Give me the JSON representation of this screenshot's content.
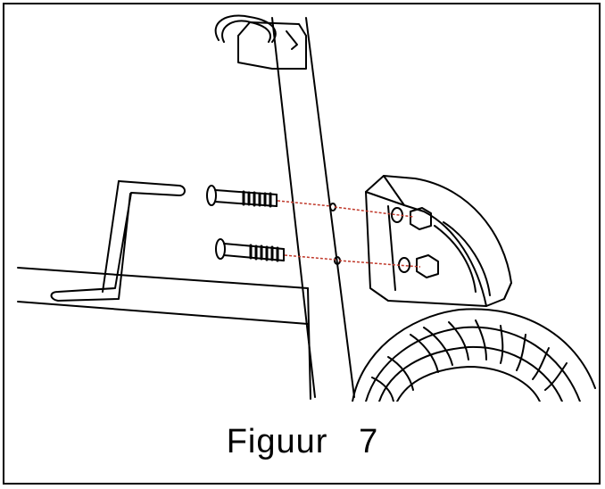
{
  "figure": {
    "caption_label": "Figuur",
    "caption_number": "7"
  },
  "colors": {
    "line": "#000000",
    "guide": "#c0392b"
  },
  "parts": {
    "hex_key": "hex-key",
    "bolts": [
      "bolt-upper",
      "bolt-lower"
    ],
    "nuts": [
      "nut-upper",
      "nut-lower"
    ]
  }
}
